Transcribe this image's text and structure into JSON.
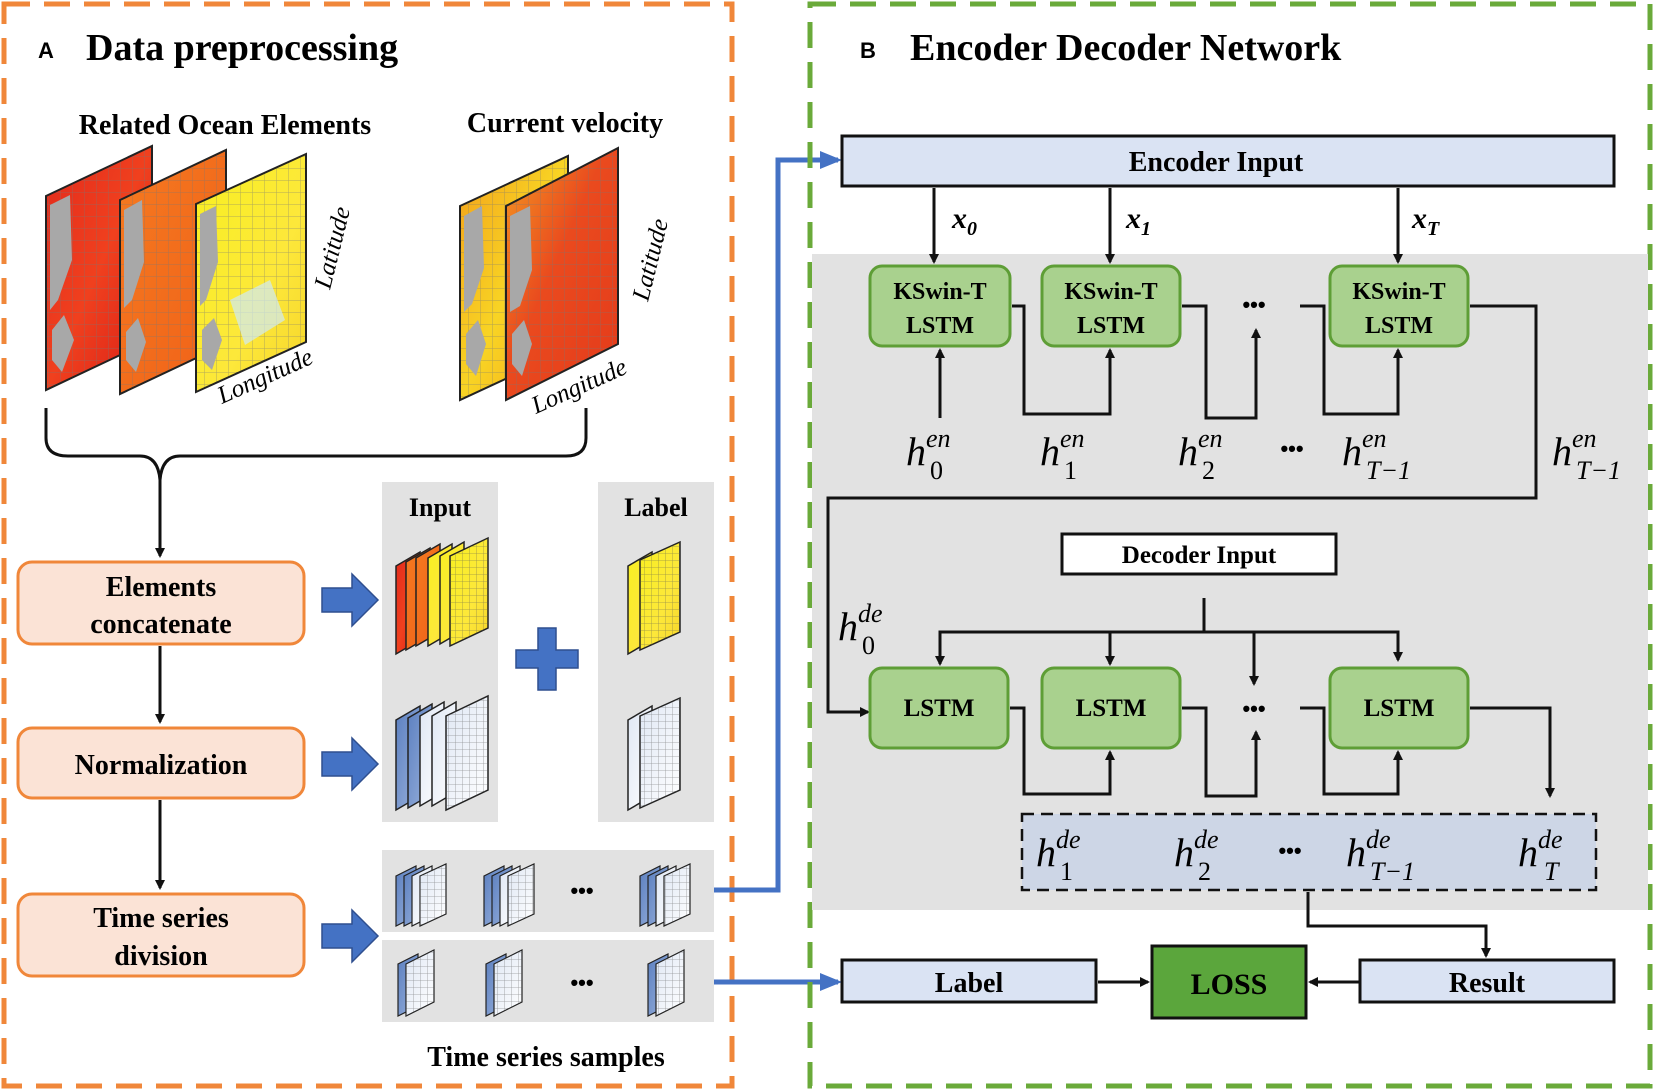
{
  "panel_a": {
    "letter": "A",
    "title": "Data preprocessing",
    "heading_related": "Related Ocean Elements",
    "heading_current": "Current velocity",
    "axis_latitude": "Latitude",
    "axis_longitude": "Longitude",
    "steps": [
      {
        "line1": "Elements",
        "line2": "concatenate"
      },
      {
        "line1": "Normalization",
        "line2": ""
      },
      {
        "line1": "Time series",
        "line2": "division"
      }
    ],
    "input_label": "Input",
    "label_label": "Label",
    "samples_label": "Time series samples",
    "ellipsis": "•••"
  },
  "panel_b": {
    "letter": "B",
    "title": "Encoder Decoder Network",
    "encoder_input": "Encoder Input",
    "decoder_input": "Decoder Input",
    "encoder_cells": [
      {
        "line1": "KSwin-T",
        "line2": "LSTM"
      },
      {
        "line1": "KSwin-T",
        "line2": "LSTM"
      },
      {
        "line1": "KSwin-T",
        "line2": "LSTM"
      }
    ],
    "decoder_cell": "LSTM",
    "x_inputs": [
      {
        "base": "x",
        "sub": "0"
      },
      {
        "base": "x",
        "sub": "1"
      },
      {
        "base": "x",
        "sub": "T"
      }
    ],
    "h_en": [
      {
        "base": "h",
        "sup": "en",
        "sub": "0"
      },
      {
        "base": "h",
        "sup": "en",
        "sub": "1"
      },
      {
        "base": "h",
        "sup": "en",
        "sub": "2"
      },
      {
        "base": "h",
        "sup": "en",
        "sub": "T−1"
      },
      {
        "base": "h",
        "sup": "en",
        "sub": "T−1"
      }
    ],
    "h_de0": {
      "base": "h",
      "sup": "de",
      "sub": "0"
    },
    "h_de": [
      {
        "base": "h",
        "sup": "de",
        "sub": "1"
      },
      {
        "base": "h",
        "sup": "de",
        "sub": "2"
      },
      {
        "base": "h",
        "sup": "de",
        "sub": "T−1"
      },
      {
        "base": "h",
        "sup": "de",
        "sub": "T"
      }
    ],
    "label_box": "Label",
    "loss_box": "LOSS",
    "result_box": "Result",
    "ellipsis": "•••"
  },
  "colors": {
    "panel_a_border": "#F0873A",
    "panel_b_border": "#6AAA3A",
    "step_fill": "#FBE3D6",
    "step_border": "#F0873A",
    "cell_fill": "#A9D18E",
    "cell_border": "#5E9E36",
    "loss_fill": "#5BA63C",
    "encoder_box_fill": "#DAE3F3",
    "gray_region": "#E2E2E2",
    "blue_arrow": "#4472C4",
    "hidden_box_fill": "#CDD6E6"
  }
}
